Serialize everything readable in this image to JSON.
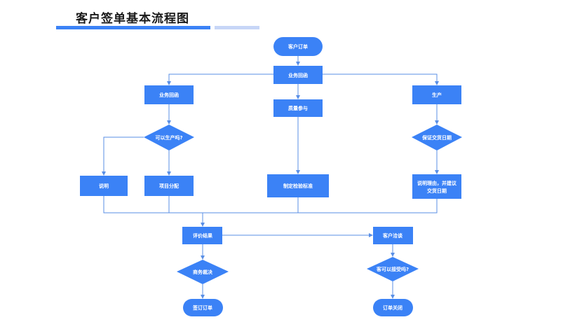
{
  "header": {
    "title": "客户签单基本流程图"
  },
  "colors": {
    "node": "#3b82f6",
    "edge": "#5a8fe6",
    "title_bar": "#3b82f6",
    "title_bar_light": "#c7d6f7"
  },
  "flow": {
    "start": "客户订单",
    "business_reply": "业务回函",
    "business_reply_left": "业务回函",
    "quality_participation": "质量参与",
    "production": "生产",
    "can_produce": "可以生产吗?",
    "explain": "说明",
    "project_allocation": "项目分配",
    "inspection_standard": "制定检验标准",
    "guarantee_delivery": "保证交货日期",
    "explain_reason_line1": "说明理由，并建议",
    "explain_reason_line2": "交货日期",
    "evaluation_result": "评价结果",
    "customer_negotiation": "客户洽谈",
    "business_decision": "商务裁决",
    "can_accept": "客可以接受吗?",
    "sign_order": "签订订单",
    "order_closed": "订单关闭"
  }
}
